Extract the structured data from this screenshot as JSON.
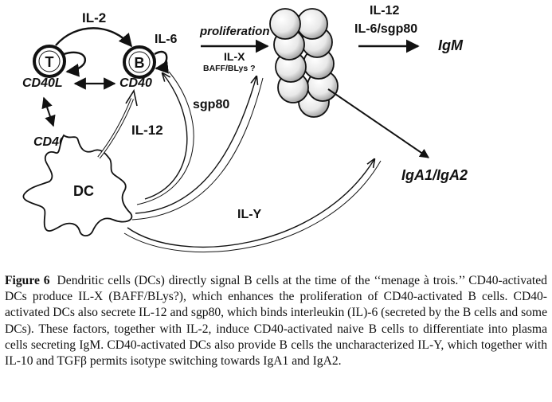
{
  "diagram": {
    "cells": {
      "t": "T",
      "b": "B",
      "dc": "DC"
    },
    "labels": {
      "il2": "IL-2",
      "il6": "IL-6",
      "cd40l": "CD40L",
      "cd40_b": "CD40",
      "cd40_dc": "CD40",
      "sgp80": "sgp80",
      "il12_left": "IL-12",
      "proliferation": "proliferation",
      "ilx": "IL-X",
      "baff": "BAFF/BLys ?",
      "il12_right": "IL-12",
      "il6_sgp80": "IL-6/sgp80",
      "igm": "IgM",
      "iga": "IgA1/IgA2",
      "ily": "IL-Y"
    }
  },
  "caption": {
    "label": "Figure 6",
    "text": "Dendritic cells (DCs) directly signal B cells at the time of the ‘‘menage à trois.’’ CD40-activated DCs produce IL-X (BAFF/BLys?), which enhances the proliferation of CD40-activated B cells. CD40-activated DCs also secrete IL-12 and sgp80, which binds interleukin (IL)-6 (secreted by the B cells and some DCs). These factors, together with IL-2, induce CD40-activated naive B cells to differentiate into plasma cells secreting IgM. CD40-activated DCs also provide B cells the uncharacterized IL-Y, which together with IL-10 and TGFβ permits isotype switching towards IgA1 and IgA2."
  }
}
